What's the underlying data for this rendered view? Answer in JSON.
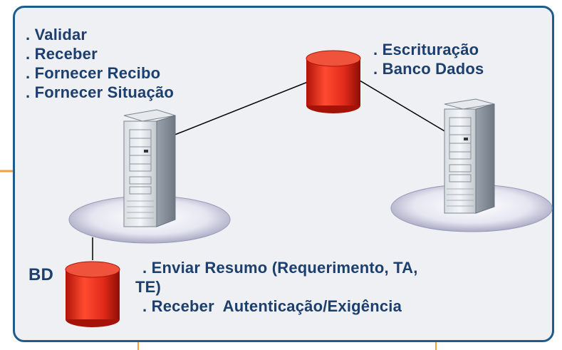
{
  "server_left": {
    "functions": [
      ". Validar",
      ". Receber",
      ". Fornecer Recibo",
      ". Fornecer Situação"
    ]
  },
  "central_database": {
    "labels": [
      ". Escrituração",
      ". Banco Dados"
    ]
  },
  "local_database": {
    "label": "BD"
  },
  "client_messages": {
    "lines": [
      ". Enviar Resumo (Requerimento, TA,",
      "TE)",
      ". Receber  Autenticação/Exigência"
    ]
  },
  "colors": {
    "frame_border": "#1f5c8e",
    "frame_fill": "#eef0f3",
    "text": "#1c3f6e",
    "database_red": "#e12a1a",
    "orange_line": "#f0a23a"
  }
}
